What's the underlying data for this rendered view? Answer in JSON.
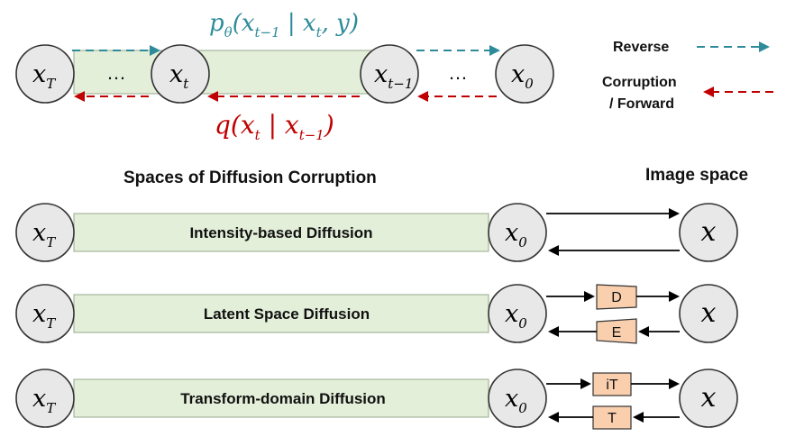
{
  "top_chain": {
    "nodes": [
      "x",
      "…",
      "x",
      "x",
      "…",
      "x"
    ],
    "node_subs": [
      "T",
      "",
      "t",
      "t−1",
      "",
      "0"
    ],
    "reverse_formula": "p",
    "reverse_formula_sub": "θ",
    "reverse_formula_rest": "(x",
    "reverse_formula_sub2": "t−1",
    "reverse_formula_tail": " | x",
    "reverse_formula_sub3": "t",
    "reverse_formula_end": ", y)",
    "forward_formula": "q(x",
    "forward_formula_sub": "t",
    "forward_formula_mid": " | x",
    "forward_formula_sub2": "t−1",
    "forward_formula_end": ")"
  },
  "legend": {
    "reverse_label": "Reverse",
    "forward_label_line1": "Corruption",
    "forward_label_line2": "/ Forward",
    "reverse_color": "#2e8b9a",
    "forward_color": "#c00000"
  },
  "section_title": "Spaces of Diffusion Corruption",
  "image_space_title": "Image space",
  "rows": [
    {
      "label": "Intensity-based Diffusion",
      "start": "x",
      "start_sub": "T",
      "mid": "x",
      "mid_sub": "0",
      "end": "x",
      "box_top": "",
      "box_bottom": ""
    },
    {
      "label": "Latent Space Diffusion",
      "start": "x",
      "start_sub": "T",
      "mid": "x",
      "mid_sub": "0",
      "end": "x",
      "box_top": "D",
      "box_bottom": "E"
    },
    {
      "label": "Transform-domain Diffusion",
      "start": "x",
      "start_sub": "T",
      "mid": "x",
      "mid_sub": "0",
      "end": "x",
      "box_top": "iT",
      "box_bottom": "T"
    }
  ]
}
